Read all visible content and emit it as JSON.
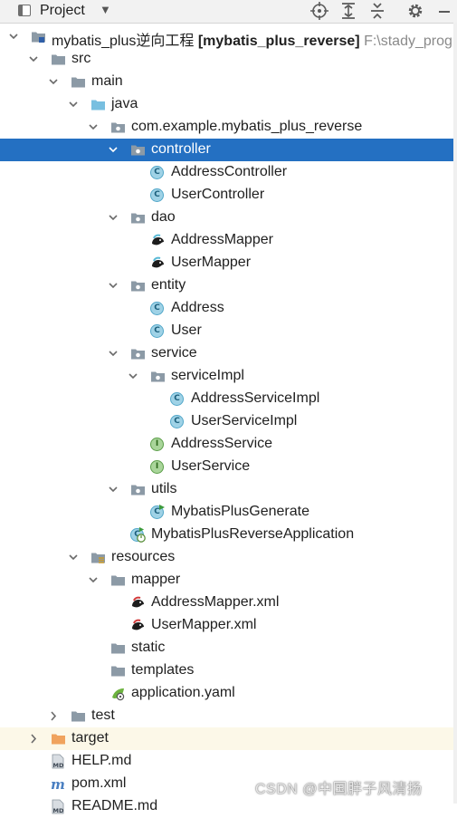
{
  "header": {
    "title": "Project",
    "icons": [
      "project-window-icon",
      "chevron-down-icon",
      "locate-icon",
      "expand-all-icon",
      "collapse-all-icon",
      "gear-icon",
      "minimize-icon"
    ]
  },
  "tree": {
    "items": [
      {
        "label": "mybatis_plus逆向工程",
        "module": "[mybatis_plus_reverse]",
        "path": "F:\\stady_progra",
        "icon": "module-folder-icon",
        "expanded": true
      },
      {
        "label": "src",
        "icon": "folder-icon",
        "expanded": true
      },
      {
        "label": "main",
        "icon": "folder-icon",
        "expanded": true
      },
      {
        "label": "java",
        "icon": "source-folder-icon",
        "expanded": true
      },
      {
        "label": "com.example.mybatis_plus_reverse",
        "icon": "package-icon",
        "expanded": true
      },
      {
        "label": "controller",
        "icon": "package-icon",
        "expanded": true,
        "selected": true
      },
      {
        "label": "AddressController",
        "icon": "class-icon"
      },
      {
        "label": "UserController",
        "icon": "class-icon"
      },
      {
        "label": "dao",
        "icon": "package-icon",
        "expanded": true
      },
      {
        "label": "AddressMapper",
        "icon": "mybatis-mapper-icon"
      },
      {
        "label": "UserMapper",
        "icon": "mybatis-mapper-icon"
      },
      {
        "label": "entity",
        "icon": "package-icon",
        "expanded": true
      },
      {
        "label": "Address",
        "icon": "class-icon"
      },
      {
        "label": "User",
        "icon": "class-icon"
      },
      {
        "label": "service",
        "icon": "package-icon",
        "expanded": true
      },
      {
        "label": "serviceImpl",
        "icon": "package-icon",
        "expanded": true
      },
      {
        "label": "AddressServiceImpl",
        "icon": "class-icon"
      },
      {
        "label": "UserServiceImpl",
        "icon": "class-icon"
      },
      {
        "label": "AddressService",
        "icon": "interface-icon"
      },
      {
        "label": "UserService",
        "icon": "interface-icon"
      },
      {
        "label": "utils",
        "icon": "package-icon",
        "expanded": true
      },
      {
        "label": "MybatisPlusGenerate",
        "icon": "runnable-class-icon"
      },
      {
        "label": "MybatisPlusReverseApplication",
        "icon": "spring-boot-app-icon"
      },
      {
        "label": "resources",
        "icon": "resources-folder-icon",
        "expanded": true
      },
      {
        "label": "mapper",
        "icon": "folder-icon",
        "expanded": true
      },
      {
        "label": "AddressMapper.xml",
        "icon": "mybatis-xml-icon"
      },
      {
        "label": "UserMapper.xml",
        "icon": "mybatis-xml-icon"
      },
      {
        "label": "static",
        "icon": "folder-icon"
      },
      {
        "label": "templates",
        "icon": "folder-icon"
      },
      {
        "label": "application.yaml",
        "icon": "spring-config-icon"
      },
      {
        "label": "test",
        "icon": "folder-icon",
        "expanded": false
      },
      {
        "label": "target",
        "icon": "excluded-folder-icon",
        "expanded": false
      },
      {
        "label": "HELP.md",
        "icon": "markdown-file-icon"
      },
      {
        "label": "pom.xml",
        "icon": "maven-pom-icon"
      },
      {
        "label": "README.md",
        "icon": "markdown-file-icon"
      }
    ]
  },
  "watermark": "CSDN @中国胖子风清扬",
  "colors": {
    "selection": "#2470c2",
    "excluded_row": "#fcf8e8",
    "class_icon": "#9fd2e6",
    "interface_icon": "#a9d59a",
    "folder": "#8c9aa6",
    "excluded_folder": "#f0a35e"
  }
}
